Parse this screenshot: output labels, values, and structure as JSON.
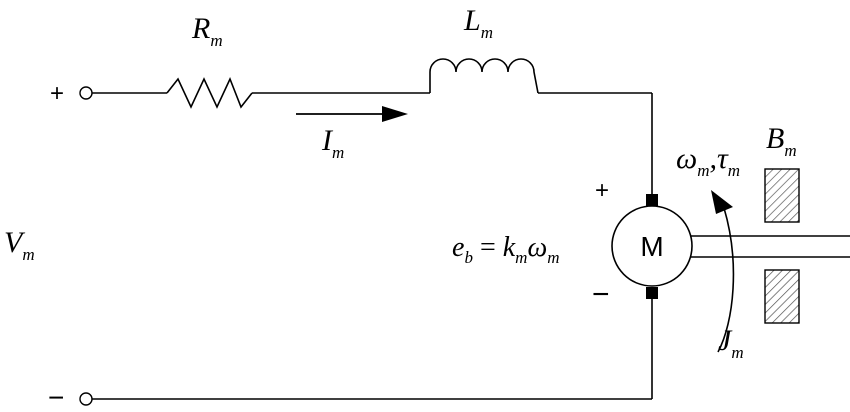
{
  "labels": {
    "resistance": {
      "base": "R",
      "sub": "m"
    },
    "inductance": {
      "base": "L",
      "sub": "m"
    },
    "current": {
      "base": "I",
      "sub": "m"
    },
    "voltage": {
      "base": "V",
      "sub": "m"
    },
    "speed_torque": {
      "omega": "ω",
      "omega_sub": "m",
      "sep": ",",
      "tau": "τ",
      "tau_sub": "m"
    },
    "damping": {
      "base": "B",
      "sub": "m"
    },
    "inertia": {
      "base": "J",
      "sub": "m"
    },
    "back_emf": {
      "e": "e",
      "e_sub": "b",
      "eq": " = ",
      "k": "k",
      "k_sub": "m",
      "omega": "ω",
      "omega_sub": "m"
    },
    "motor": "M",
    "terminal_plus": "+",
    "terminal_minus": "−",
    "motor_plus": "+",
    "motor_minus": "−"
  },
  "colors": {
    "line": "#000000",
    "hatch": "#555555",
    "background": "#ffffff"
  }
}
